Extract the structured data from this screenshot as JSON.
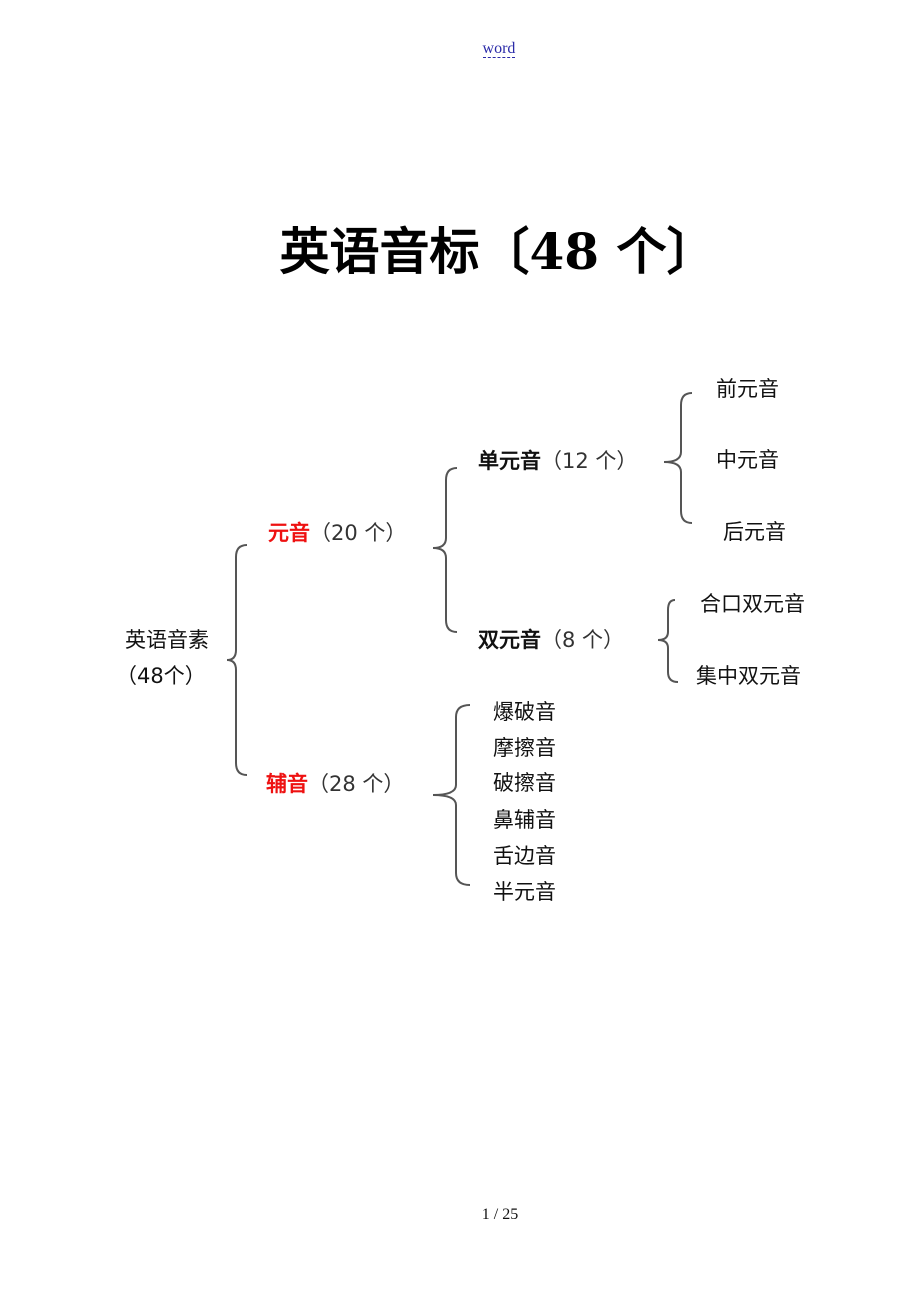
{
  "header": {
    "link": "word"
  },
  "title": "英语音标〔48 个〕",
  "diagram": {
    "root": {
      "label": "英语音素",
      "count": "（48个）"
    },
    "vowel": {
      "label": "元音",
      "count": "（20 个）",
      "mono": {
        "label": "单元音",
        "count": "（12 个）",
        "items": [
          "前元音",
          "中元音",
          "后元音"
        ]
      },
      "diph": {
        "label": "双元音",
        "count": "（8 个）",
        "items": [
          "合口双元音",
          "集中双元音"
        ]
      }
    },
    "consonant": {
      "label": "辅音",
      "count": "（28 个）",
      "items": [
        "爆破音",
        "摩擦音",
        "破擦音",
        "鼻辅音",
        "舌边音",
        "半元音"
      ]
    },
    "accent_color": "#ee1111"
  },
  "footer": {
    "page": "1 / 25"
  }
}
